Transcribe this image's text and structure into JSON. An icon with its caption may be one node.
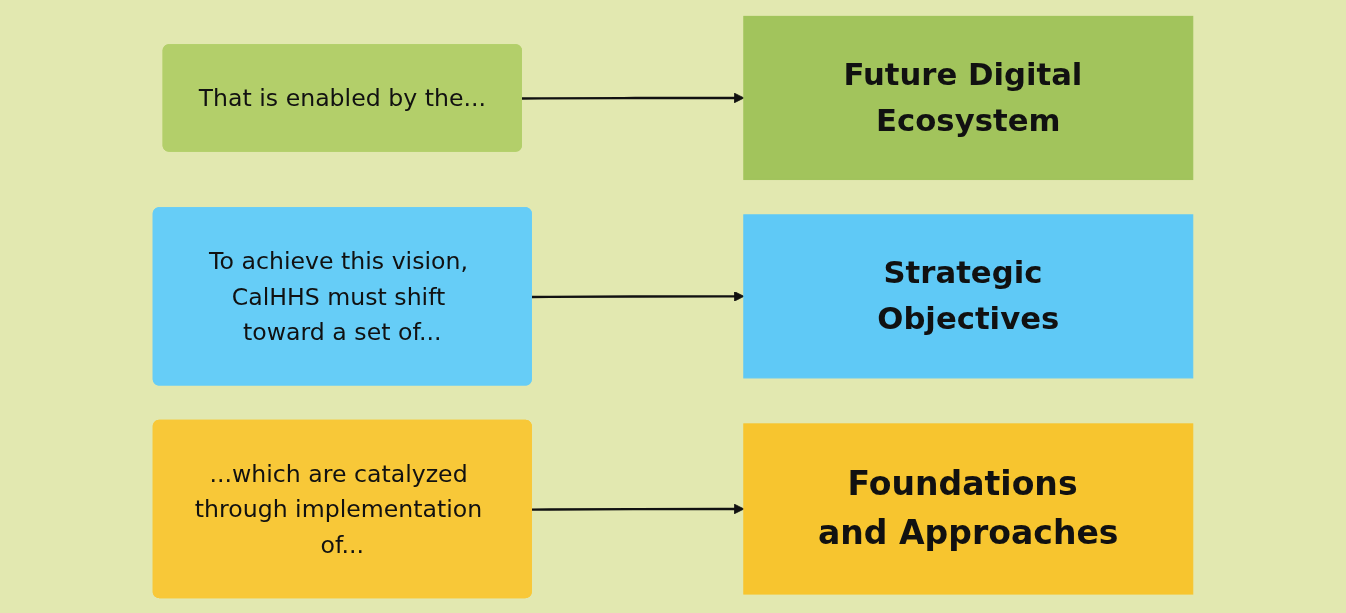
{
  "diagram": {
    "nodes": [
      {
        "text": [
          "That is enabled by the..."
        ]
      },
      {
        "text": [
          "Future Digital Ecosystem"
        ]
      },
      {
        "text": [
          "To achieve this vision, CalHHS must shift toward a set of..."
        ]
      },
      {
        "text": [
          "Strategic Objectives"
        ]
      },
      {
        "text": [
          "...which are catalyzed through implementation of..."
        ]
      },
      {
        "text": [
          "Foundations and Approaches"
        ]
      }
    ],
    "edges": [
      {
        "from": 0,
        "to": 1,
        "arrow": "to"
      },
      {
        "from": 2,
        "to": 3,
        "arrow": "to"
      },
      {
        "from": 4,
        "to": 5,
        "arrow": "to"
      }
    ]
  }
}
